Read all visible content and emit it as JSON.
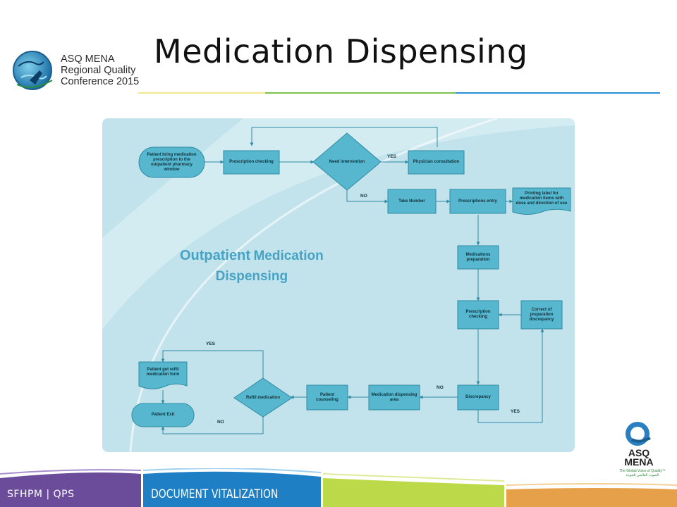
{
  "slide": {
    "title": "Medication Dispensing"
  },
  "conference_logo": {
    "lines": [
      "ASQ MENA",
      "Regional Quality",
      "Conference 2015"
    ]
  },
  "diagram": {
    "heading_part1": "Outpatient",
    "heading_part2": "Medication",
    "heading_line2": "Dispensing",
    "nodes": {
      "patient_bring": "Patient bring medication\nprescription to the\noutpatient pharmacy\nwindow",
      "prescription_checking_1": "Prescription checking",
      "need_intervention": "Need intervention",
      "physician_consultation": "Physician consultation",
      "take_number": "Take Number",
      "prescriptions_entry": "Prescriptions entry",
      "printing_label": "Printing label for\nmedication items with\ndose and direction of use",
      "medications_preparation": "Medications\npreparation",
      "prescription_checking_2": "Prescription\nchecking",
      "correct_discrepancy": "Correct of\npreparation\ndiscrepancy",
      "discrepancy": "Discrepancy",
      "medication_dispensing_area": "Medication dispensing\narea",
      "patient_counseling": "Patient\ncounseling",
      "refill_medication": "Refill medication",
      "patient_refill_form": "Patient get refill\nmedication form",
      "patient_exit": "Patient Exit"
    },
    "edge_labels": {
      "yes_intervention": "YES",
      "no_intervention": "NO",
      "no_discrepancy": "NO",
      "yes_discrepancy": "YES",
      "yes_refill": "YES",
      "no_refill": "NO"
    }
  },
  "asq_logo": {
    "name_line1": "ASQ",
    "name_line2": "MENA",
    "tagline": "The Global Voice of Quality™",
    "tagline_arabic": "الصوت العالمي للجودة"
  },
  "footer": {
    "left": "SFHPM | QPS",
    "middle": "DOCUMENT VITALIZATION"
  },
  "colors": {
    "node_fill": "#56b7cf",
    "node_stroke": "#2f8aa3",
    "diagram_bg": "#c3e3ec",
    "heading_color": "#46a3c4",
    "footer_purple": "#6b4c9a",
    "footer_blue": "#1f7fc4"
  }
}
